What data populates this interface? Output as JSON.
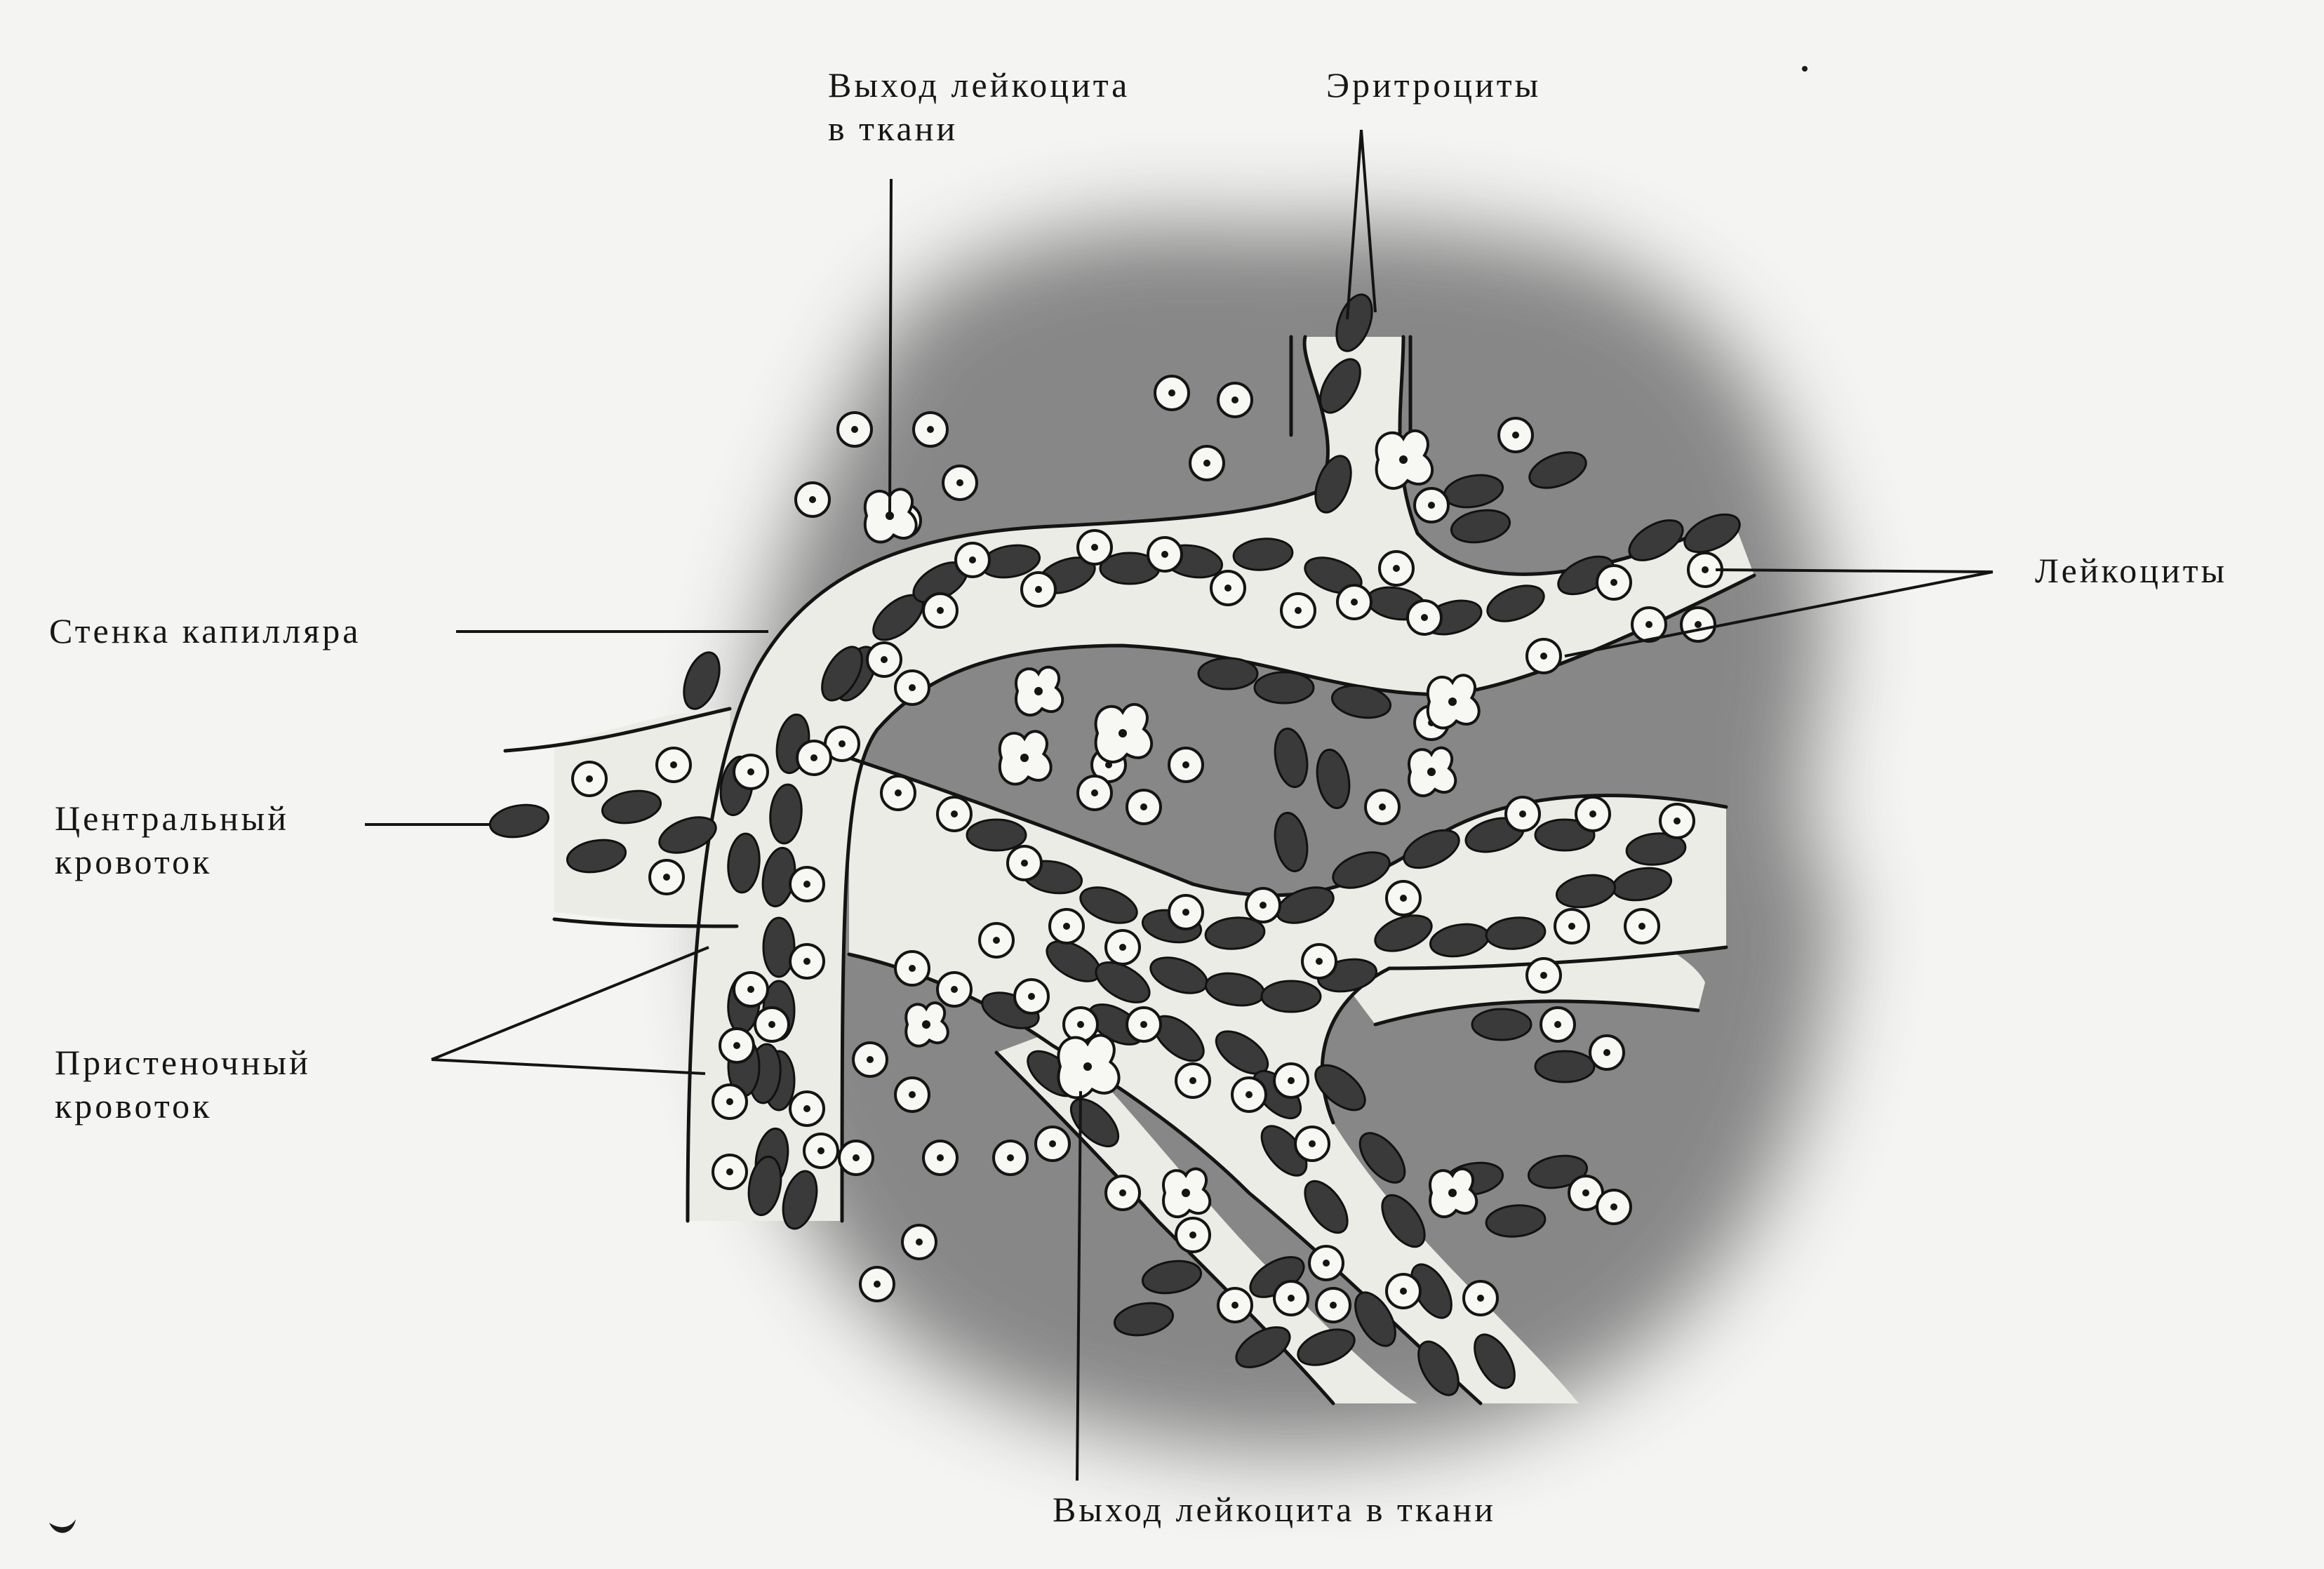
{
  "labels": {
    "exit_top_line1": "Выход лейкоцита",
    "exit_top_line2": "в ткани",
    "erythrocytes": "Эритроциты",
    "leukocytes": "Лейкоциты",
    "capillary_wall": "Стенка капилляра",
    "central_line1": "Центральный",
    "central_line2": "кровоток",
    "parietal_line1": "Пристеночный",
    "parietal_line2": "кровоток",
    "exit_bottom": "Выход лейкоцита  в ткани"
  },
  "colors": {
    "paper": "#f4f4f2",
    "tissue": "#7c7c7c",
    "vessel": "#ecece6",
    "erythrocyte": "#3a3a3a",
    "leukocyte": "#f7f7f4",
    "ink": "#141414"
  },
  "icons": [
    "erythrocyte-icon",
    "leukocyte-icon",
    "migrating-leukocyte-icon"
  ]
}
